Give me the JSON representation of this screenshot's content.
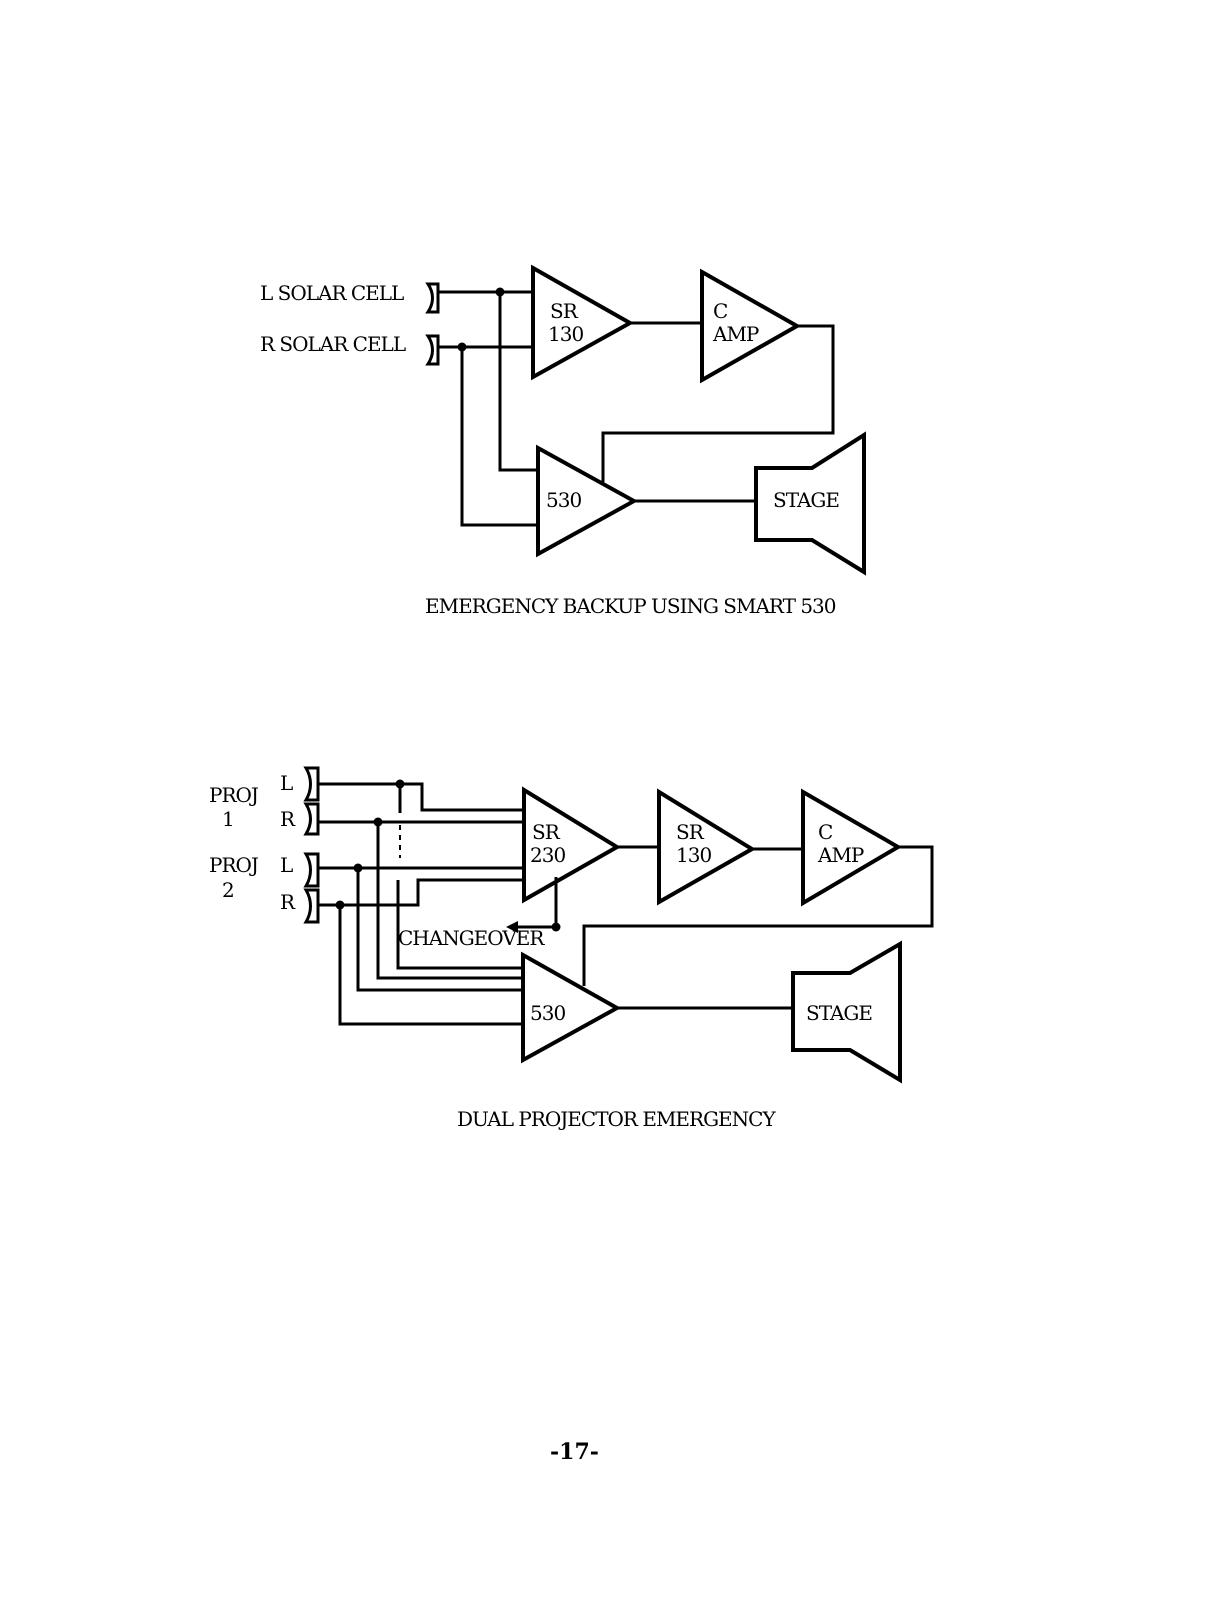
{
  "diagram1": {
    "inputs": {
      "left": "L SOLAR CELL",
      "right": "R SOLAR CELL"
    },
    "blocks": {
      "sr130": {
        "line1": "SR",
        "line2": "130"
      },
      "camp": {
        "line1": "C",
        "line2": "AMP"
      },
      "smart530": {
        "line1": "530"
      },
      "stage": {
        "label": "STAGE"
      }
    },
    "caption": "EMERGENCY BACKUP USING SMART 530"
  },
  "diagram2": {
    "proj1": {
      "line1": "PROJ",
      "line2": "1",
      "left": "L",
      "right": "R"
    },
    "proj2": {
      "line1": "PROJ",
      "line2": "2",
      "left": "L",
      "right": "R"
    },
    "blocks": {
      "sr230": {
        "line1": "SR",
        "line2": "230"
      },
      "sr130": {
        "line1": "SR",
        "line2": "130"
      },
      "camp": {
        "line1": "C",
        "line2": "AMP"
      },
      "smart530": {
        "line1": "530"
      },
      "stage": {
        "label": "STAGE"
      }
    },
    "changeover": "CHANGEOVER",
    "caption": "DUAL PROJECTOR EMERGENCY"
  },
  "page_number": "-17-"
}
